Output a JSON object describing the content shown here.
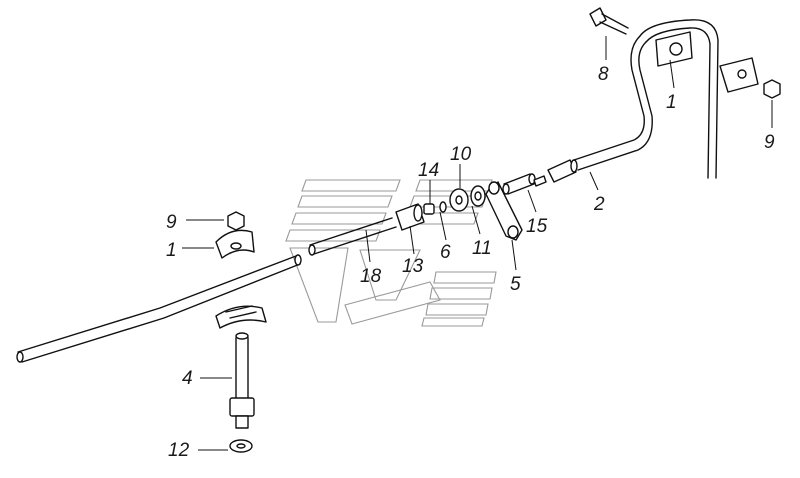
{
  "callouts": [
    "8",
    "1",
    "9",
    "10",
    "14",
    "2",
    "9",
    "15",
    "1",
    "6",
    "11",
    "18",
    "13",
    "5",
    "4",
    "12"
  ],
  "colors": {
    "line": "#111111",
    "watermark": "#9a9a9a",
    "background": "#ffffff"
  }
}
